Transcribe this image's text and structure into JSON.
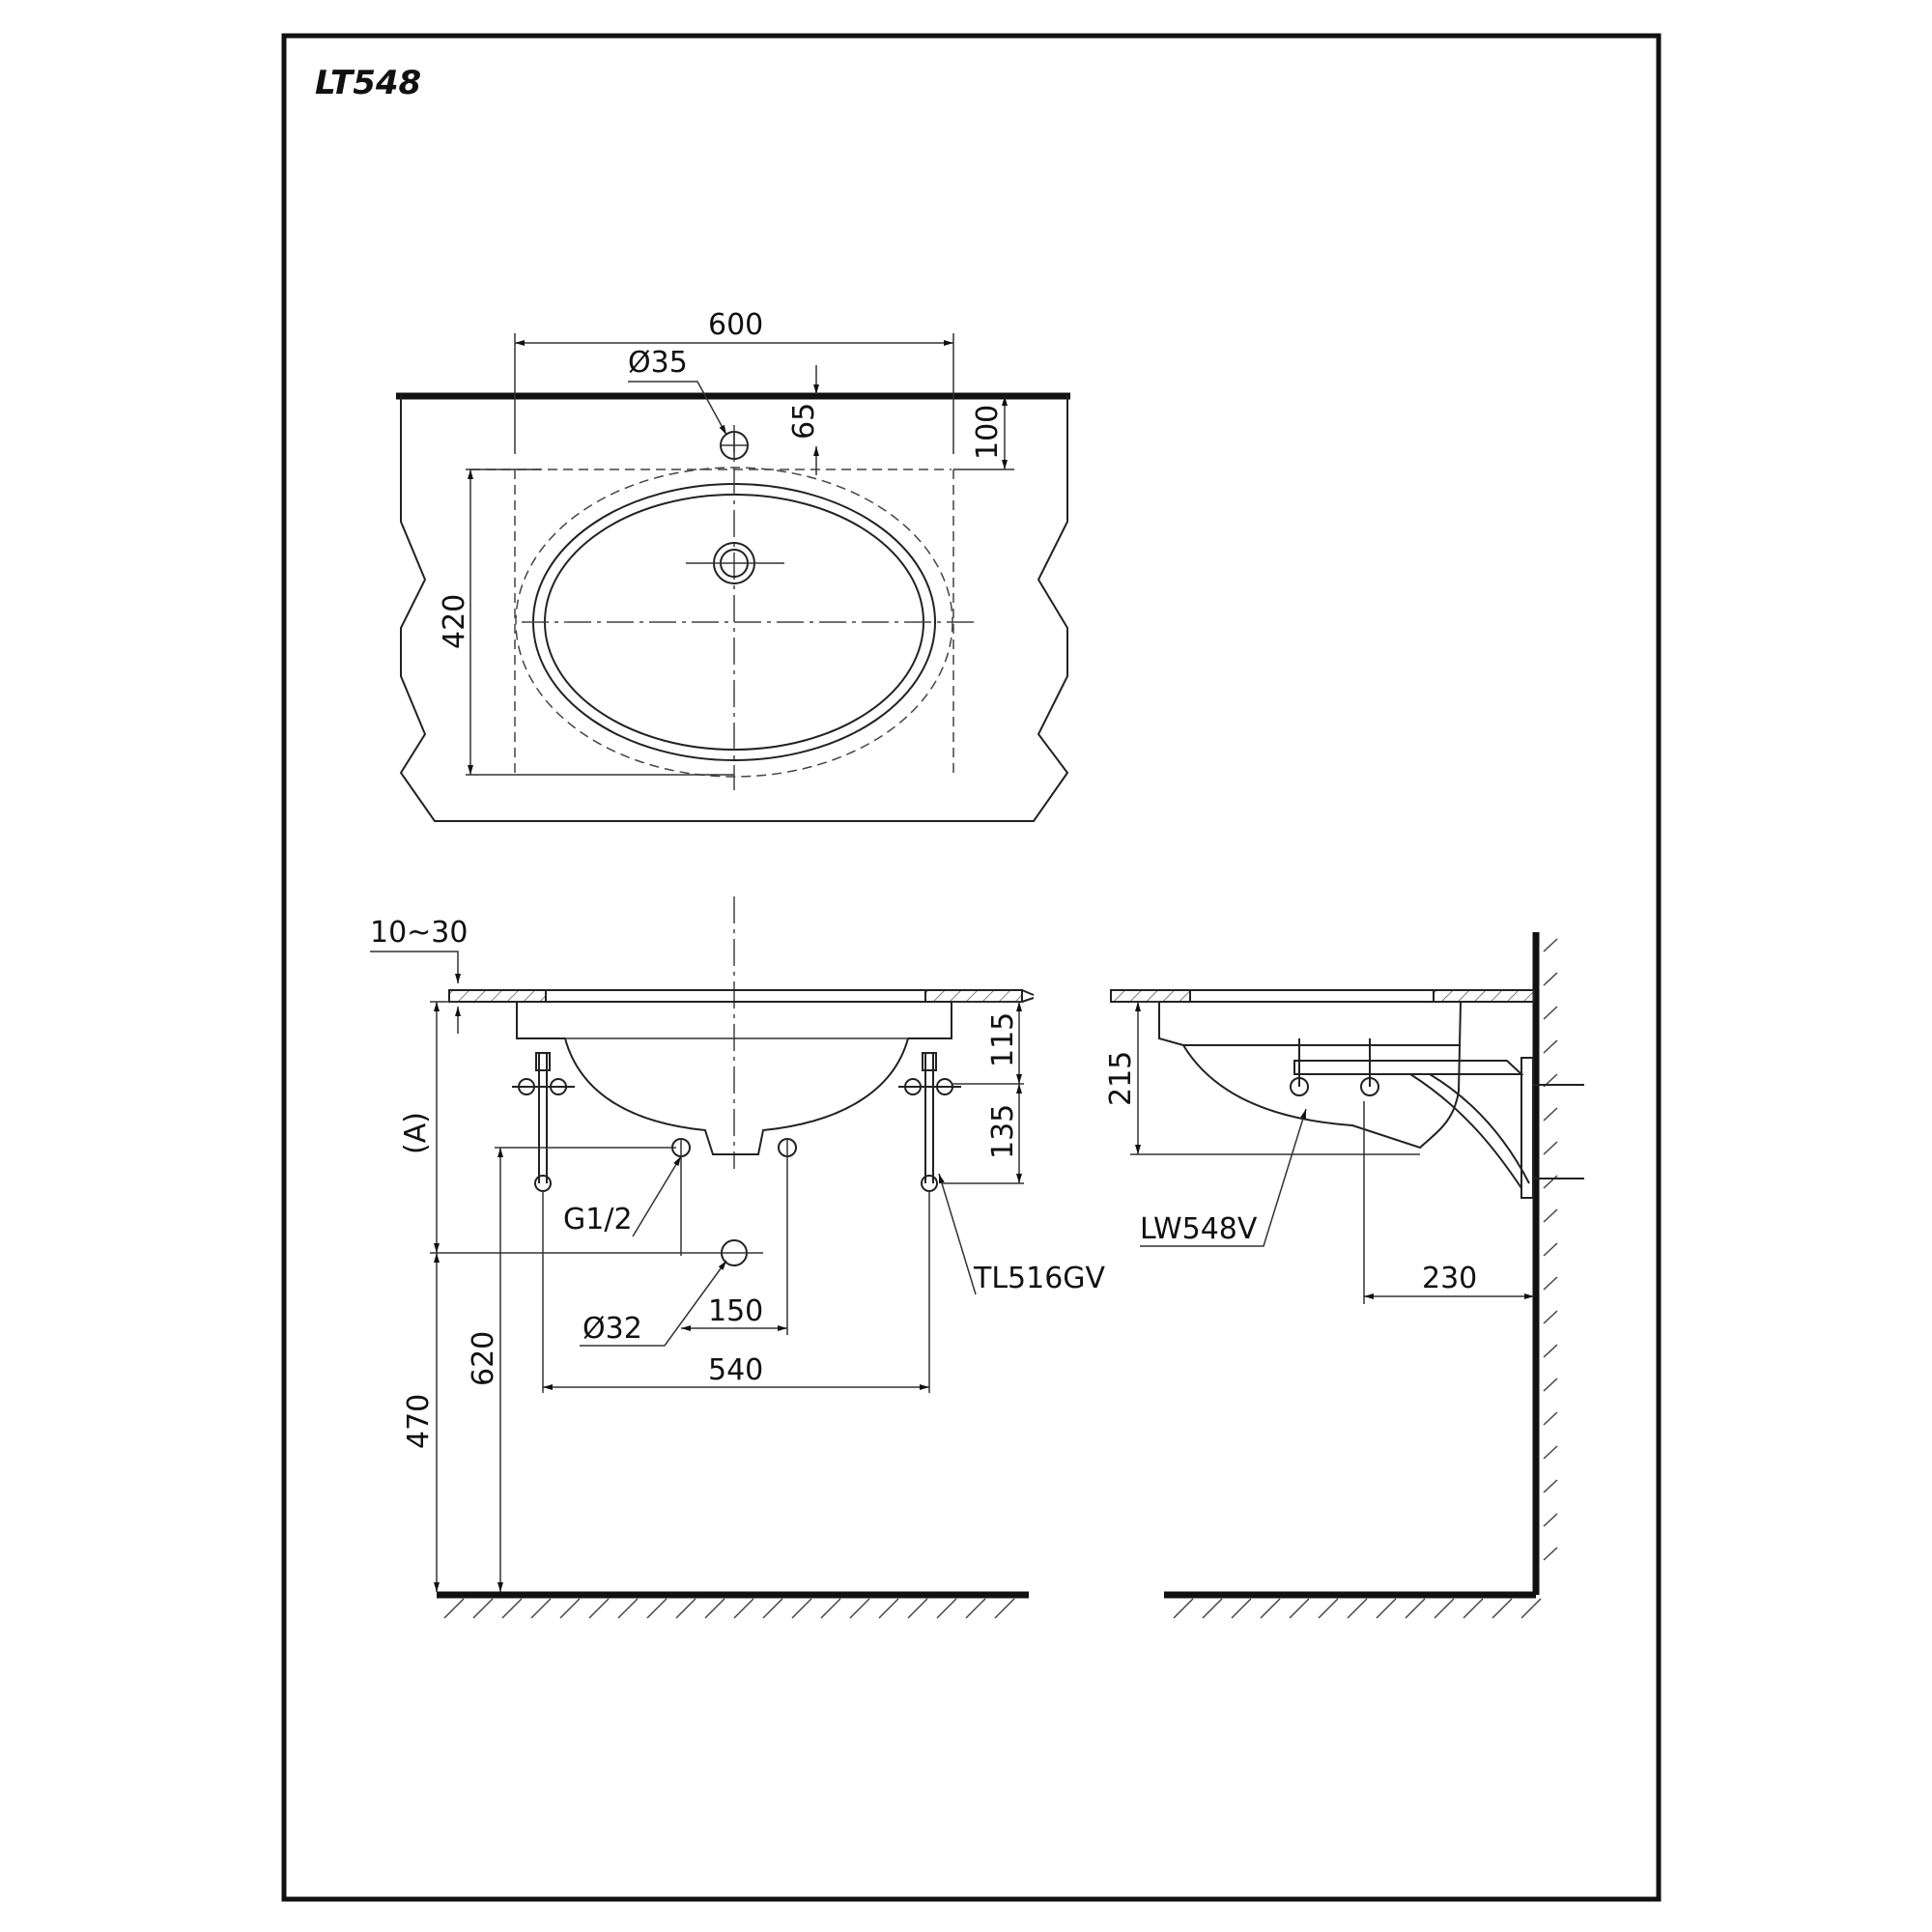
{
  "title": "LT548",
  "dimensions": {
    "width_600": "600",
    "tap_hole": "Ø35",
    "d65": "65",
    "d100": "100",
    "d420": "420",
    "deck": "10~30",
    "a_label": "(A)",
    "d115": "115",
    "d135": "135",
    "d215": "215",
    "d620": "620",
    "d470": "470",
    "d150": "150",
    "d540": "540",
    "drain": "Ø32",
    "d230": "230"
  },
  "parts": {
    "supply": "G1/2",
    "trap": "TL516GV",
    "waste": "LW548V"
  }
}
